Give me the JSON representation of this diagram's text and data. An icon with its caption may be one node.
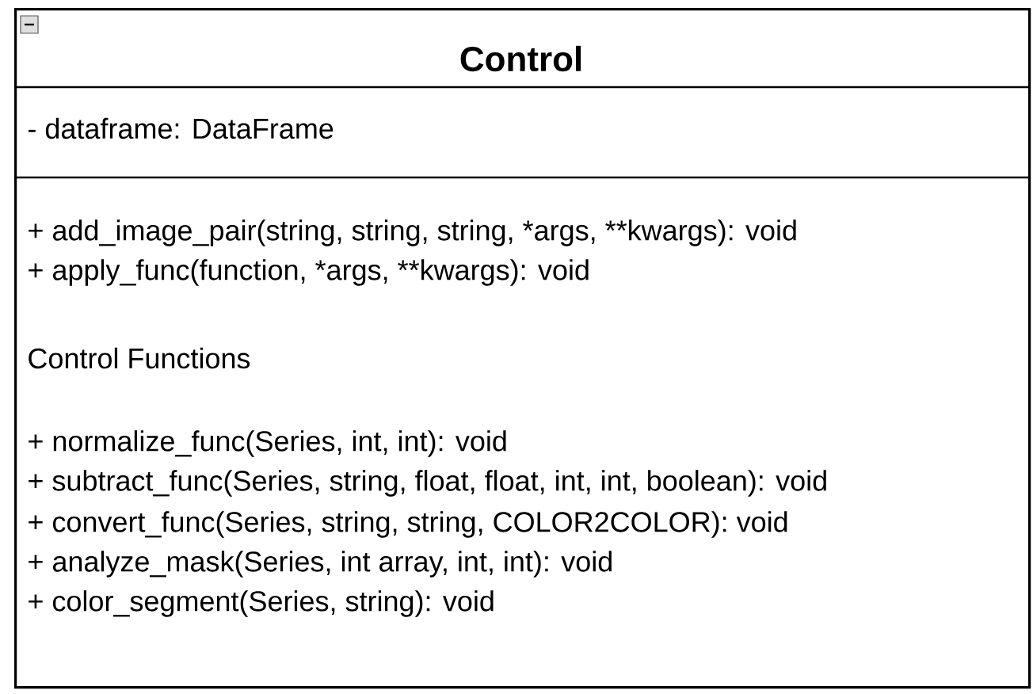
{
  "diagram": {
    "nodes": [
      {
        "text": [
          "Control",
          "- dataframe: DataFrame",
          "+ add_image_pair(string, string, string, *args, **kwargs): void",
          "+ apply_func(function, *args, **kwargs): void",
          "Control Functions",
          "+ normalize_func(Series, int, int): void",
          "+ subtract_func(Series, string, float, float, int, int, boolean): void",
          "+ convert_func(Series, string, string, COLOR2COLOR): void",
          "+ analyze_mask(Series, int array, int, int): void",
          "+ color_segment(Series, string): void"
        ]
      }
    ]
  }
}
